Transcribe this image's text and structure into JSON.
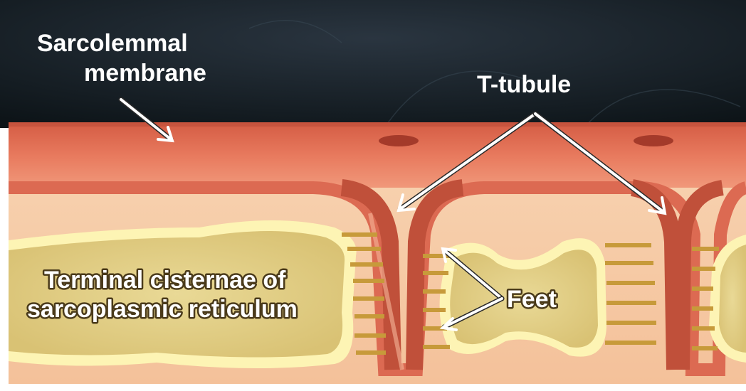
{
  "labels": {
    "sarcolemmal_line1": "Sarcolemmal",
    "sarcolemmal_line2": "membrane",
    "t_tubule": "T-tubule",
    "terminal_line1": "Terminal cisternae of",
    "terminal_line2": "sarcoplasmic reticulum",
    "feet": "Feet"
  },
  "colors": {
    "background_dark": "#141c22",
    "sarcolemma": "#e5735a",
    "cytoplasm": "#f6caa5",
    "cisterna_fill": "#ead98f",
    "cisterna_rim": "#fdf4b4",
    "feet": "#c79a3a",
    "label_text": "#ffffff"
  }
}
